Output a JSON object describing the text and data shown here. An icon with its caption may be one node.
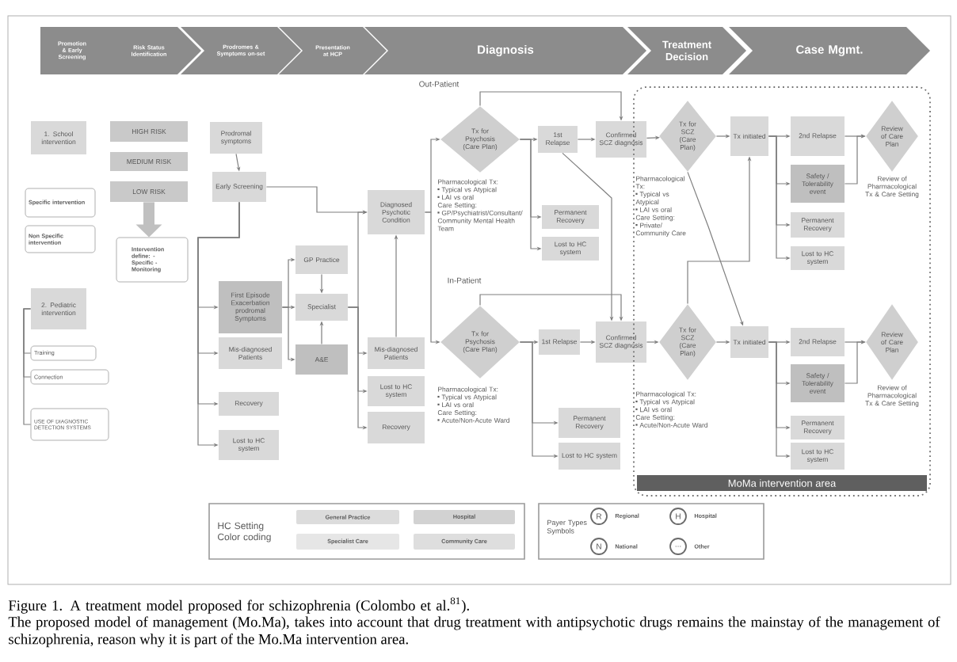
{
  "diagram": {
    "caption": "Figure 1. A treatment model proposed for schizophrenia (Colombo et al.$^{81}$).",
    "nodes": [
      {
        "text": [
          "Promotion & Early Screening"
        ]
      },
      {
        "text": [
          "Risk Status Identification"
        ]
      },
      {
        "text": [
          "Prodromes & Symptoms on-set"
        ]
      },
      {
        "text": [
          "Presentation at HCP"
        ]
      },
      {
        "text": [
          "Diagnosis"
        ]
      },
      {
        "text": [
          "Treatment Decision"
        ]
      },
      {
        "text": [
          "Case Mgmt."
        ]
      },
      {
        "text": [
          "1. School intervention"
        ]
      },
      {
        "text": [
          "Specific intervention"
        ]
      },
      {
        "text": [
          "Non Specific intervention"
        ]
      },
      {
        "text": [
          "HIGH RISK"
        ]
      },
      {
        "text": [
          "MEDIUM RISK"
        ]
      },
      {
        "text": [
          "LOW RISK"
        ]
      },
      {
        "text": [
          "Intervention define: -Specific -Monitoring"
        ]
      },
      {
        "text": [
          "2. Pediatric intervention"
        ]
      },
      {
        "text": [
          "Training"
        ]
      },
      {
        "text": [
          "Connection"
        ]
      },
      {
        "text": [
          "USE OF DIAGNOSTIC DETECTION SYSTEMS"
        ]
      },
      {
        "text": [
          "Prodromal symptoms"
        ]
      },
      {
        "text": [
          "Early Screening"
        ]
      },
      {
        "text": [
          "First Episode Exacerbation prodromal Symptoms"
        ]
      },
      {
        "text": [
          "Mis-diagnosed Patients"
        ]
      },
      {
        "text": [
          "Recovery"
        ]
      },
      {
        "text": [
          "Lost to HC system"
        ]
      },
      {
        "text": [
          "GP Practice"
        ]
      },
      {
        "text": [
          "Specialist"
        ]
      },
      {
        "text": [
          "A&E"
        ]
      },
      {
        "text": [
          "Diagnosed Psychotic Condition"
        ]
      },
      {
        "text": [
          "Mis-diagnosed Patients"
        ]
      },
      {
        "text": [
          "Lost to HC system"
        ]
      },
      {
        "text": [
          "Recovery"
        ]
      },
      {
        "text": [
          "Tx for Psychosis (Care Plan)"
        ],
        "beside": [
          "Pharmacological Tx:",
          "Typical vs Atypical",
          "LAI vs oral",
          "Care Setting:",
          "GP/Psychiatrist/Consultant/Community Mental Health Team"
        ]
      },
      {
        "text": [
          "1st Relapse"
        ]
      },
      {
        "text": [
          "Permanent Recovery"
        ]
      },
      {
        "text": [
          "Lost to HC system"
        ]
      },
      {
        "text": [
          "Confirmed SCZ diagnosis"
        ]
      },
      {
        "text": [
          "Tx for Psychosis (Care Plan)"
        ],
        "beside": [
          "Pharmacological Tx:",
          "Typical vs Atypical",
          "LAI vs oral",
          "Care Setting:",
          "Acute/Non-Acute Ward"
        ]
      },
      {
        "text": [
          "1st Relapse"
        ]
      },
      {
        "text": [
          "Permanent Recovery"
        ]
      },
      {
        "text": [
          "Lost to HC system"
        ]
      },
      {
        "text": [
          "Confirmed SCZ diagnosis"
        ]
      },
      {
        "text": [
          "MoMa intervention area"
        ]
      },
      {
        "text": [
          "Tx for SCZ (Care Plan)"
        ],
        "in": 41,
        "beside": [
          "Pharmacological Tx:",
          "Typical vs Atypical",
          "LAI vs oral",
          "Care Setting:",
          "Private/Community Care"
        ]
      },
      {
        "text": [
          "Tx initiated"
        ],
        "in": 41
      },
      {
        "text": [
          "2nd Relapse"
        ],
        "in": 41
      },
      {
        "text": [
          "Safety /Tolerability event"
        ],
        "in": 41
      },
      {
        "text": [
          "Permanent Recovery"
        ],
        "in": 41
      },
      {
        "text": [
          "Lost to HC system"
        ],
        "in": 41
      },
      {
        "text": [
          "Review of Care Plan"
        ],
        "in": 41,
        "beside": [
          "Review of Pharmacological Tx & Care Setting"
        ]
      },
      {
        "text": [
          "Tx for SCZ (Care Plan)"
        ],
        "in": 41,
        "beside": [
          "Pharmacological Tx:",
          "Typical vs Atypical",
          "LAI vs oral",
          "Care Setting:",
          "Acute/Non-Acute Ward"
        ]
      },
      {
        "text": [
          "Tx initiated"
        ],
        "in": 41
      },
      {
        "text": [
          "2nd Relapse"
        ],
        "in": 41
      },
      {
        "text": [
          "Safety /Tolerability event"
        ],
        "in": 41
      },
      {
        "text": [
          "Permanent Recovery"
        ],
        "in": 41
      },
      {
        "text": [
          "Lost to HC system"
        ],
        "in": 41
      },
      {
        "text": [
          "Review of Care Plan"
        ],
        "in": 41,
        "beside": [
          "Review of Pharmacological Tx & Care Setting"
        ]
      }
    ],
    "edges": [
      {
        "from": 12,
        "to": 13,
        "arrow": "to",
        "style": "thick",
        "color": "#c0c0c0"
      },
      {
        "from": 14,
        "to": 15,
        "arrow": "none"
      },
      {
        "from": 14,
        "to": 16,
        "arrow": "none"
      },
      {
        "from": 14,
        "to": 17,
        "arrow": "none"
      },
      {
        "from": 18,
        "to": 19,
        "arrow": "to"
      },
      {
        "from": 19,
        "to": 27,
        "arrow": "to"
      },
      {
        "from": 19,
        "to": 20,
        "arrow": "to"
      },
      {
        "from": 19,
        "to": 21,
        "arrow": "to"
      },
      {
        "from": 19,
        "to": 22,
        "arrow": "to"
      },
      {
        "from": 19,
        "to": 23,
        "arrow": "to"
      },
      {
        "from": 20,
        "to": 24,
        "arrow": "to"
      },
      {
        "from": 20,
        "to": 25,
        "arrow": "to"
      },
      {
        "from": 20,
        "to": 26,
        "arrow": "to"
      },
      {
        "from": 24,
        "to": 25,
        "arrow": "to"
      },
      {
        "from": 26,
        "to": 25,
        "arrow": "to"
      },
      {
        "from": 25,
        "to": 27,
        "arrow": "to"
      },
      {
        "from": 25,
        "to": 28,
        "arrow": "to"
      },
      {
        "from": 25,
        "to": 29,
        "arrow": "to"
      },
      {
        "from": 25,
        "to": 30,
        "arrow": "to"
      },
      {
        "from": 28,
        "to": 27,
        "arrow": "to"
      },
      {
        "from": 27,
        "to": 31,
        "arrow": "to"
      },
      {
        "from": 27,
        "to": 36,
        "arrow": "to"
      },
      {
        "from": 31,
        "to": 32,
        "arrow": "to"
      },
      {
        "from": 32,
        "to": 35,
        "arrow": "to"
      },
      {
        "from": 31,
        "to": 35,
        "arrow": "to"
      },
      {
        "from": 31,
        "to": 33,
        "arrow": "to"
      },
      {
        "from": 31,
        "to": 34,
        "arrow": "to"
      },
      {
        "from": 32,
        "to": 40,
        "arrow": "to"
      },
      {
        "from": 36,
        "to": 37,
        "arrow": "to"
      },
      {
        "from": 37,
        "to": 40,
        "arrow": "to"
      },
      {
        "from": 36,
        "to": 40,
        "arrow": "to"
      },
      {
        "from": 36,
        "to": 38,
        "arrow": "to"
      },
      {
        "from": 36,
        "to": 39,
        "arrow": "to"
      },
      {
        "from": 35,
        "to": 42,
        "arrow": "to"
      },
      {
        "from": 42,
        "to": 43,
        "arrow": "to"
      },
      {
        "from": 43,
        "to": 44,
        "arrow": "to"
      },
      {
        "from": 43,
        "to": 45,
        "arrow": "to"
      },
      {
        "from": 43,
        "to": 46,
        "arrow": "to"
      },
      {
        "from": 43,
        "to": 47,
        "arrow": "to"
      },
      {
        "from": 44,
        "to": 48,
        "arrow": "to"
      },
      {
        "from": 45,
        "to": 48,
        "arrow": "to"
      },
      {
        "from": 42,
        "to": 50,
        "arrow": "to"
      },
      {
        "from": 49,
        "to": 43,
        "arrow": "to"
      },
      {
        "from": 40,
        "to": 49,
        "arrow": "to"
      },
      {
        "from": 49,
        "to": 50,
        "arrow": "to"
      },
      {
        "from": 50,
        "to": 51,
        "arrow": "to"
      },
      {
        "from": 50,
        "to": 52,
        "arrow": "to"
      },
      {
        "from": 50,
        "to": 53,
        "arrow": "to"
      },
      {
        "from": 50,
        "to": 54,
        "arrow": "to"
      },
      {
        "from": 51,
        "to": 55,
        "arrow": "to"
      },
      {
        "from": 52,
        "to": 55,
        "arrow": "to"
      }
    ],
    "labels": [
      "Out-Patient",
      "In-Patient",
      "HC Setting Color coding",
      "Payer Types Symbols",
      "R",
      "H",
      "N",
      "...",
      "The proposed model of management (Mo.Ma), takes into account that drug treatment with antipsychotic drugs remains the mainstay of the management of schizophrenia, reason why it is part of the Mo.Ma intervention area."
    ],
    "legend": [
      {
        "text": "General Practice",
        "color": "#dcdcdc"
      },
      {
        "text": "Hospital",
        "color": "#d2d2d2"
      },
      {
        "text": "Specialist Care",
        "color": "#e6e6e6"
      },
      {
        "text": "Community Care",
        "color": "#dedede"
      },
      {
        "text": "Regional"
      },
      {
        "text": "Hospital"
      },
      {
        "text": "National"
      },
      {
        "text": "Other"
      }
    ]
  }
}
